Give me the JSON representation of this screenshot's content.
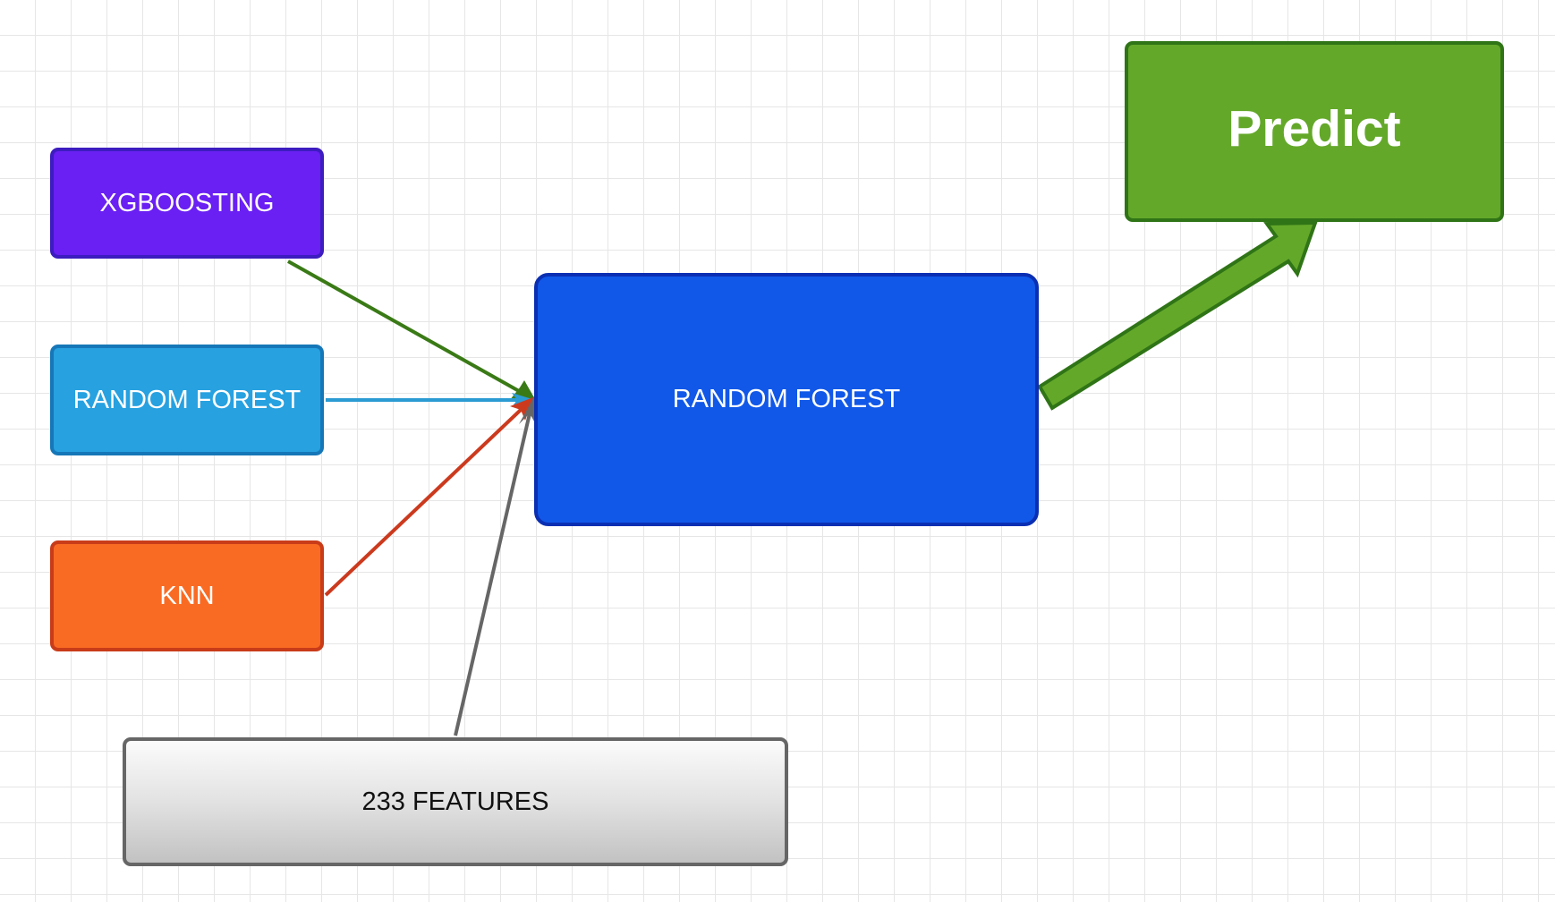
{
  "nodes": {
    "xgboosting": {
      "label": "XGBOOSTING",
      "color": "#6a1ff3"
    },
    "random_forest_input": {
      "label": "RANDOM FOREST",
      "color": "#27a1e0"
    },
    "knn": {
      "label": "KNN",
      "color": "#f96b23"
    },
    "random_forest_meta": {
      "label": "RANDOM FOREST",
      "color": "#1158e8"
    },
    "predict": {
      "label": "Predict",
      "color": "#64a82a"
    },
    "features": {
      "label": "233 FEATURES",
      "color": "#d9d9d9"
    }
  },
  "edges": [
    {
      "from": "xgboosting",
      "to": "random_forest_meta",
      "color": "#3a7a16"
    },
    {
      "from": "random_forest_input",
      "to": "random_forest_meta",
      "color": "#2b9bd3"
    },
    {
      "from": "knn",
      "to": "random_forest_meta",
      "color": "#cc3a1e"
    },
    {
      "from": "features",
      "to": "random_forest_meta",
      "color": "#666666"
    },
    {
      "from": "random_forest_meta",
      "to": "predict",
      "color": "#64a82a",
      "style": "block-arrow"
    }
  ]
}
